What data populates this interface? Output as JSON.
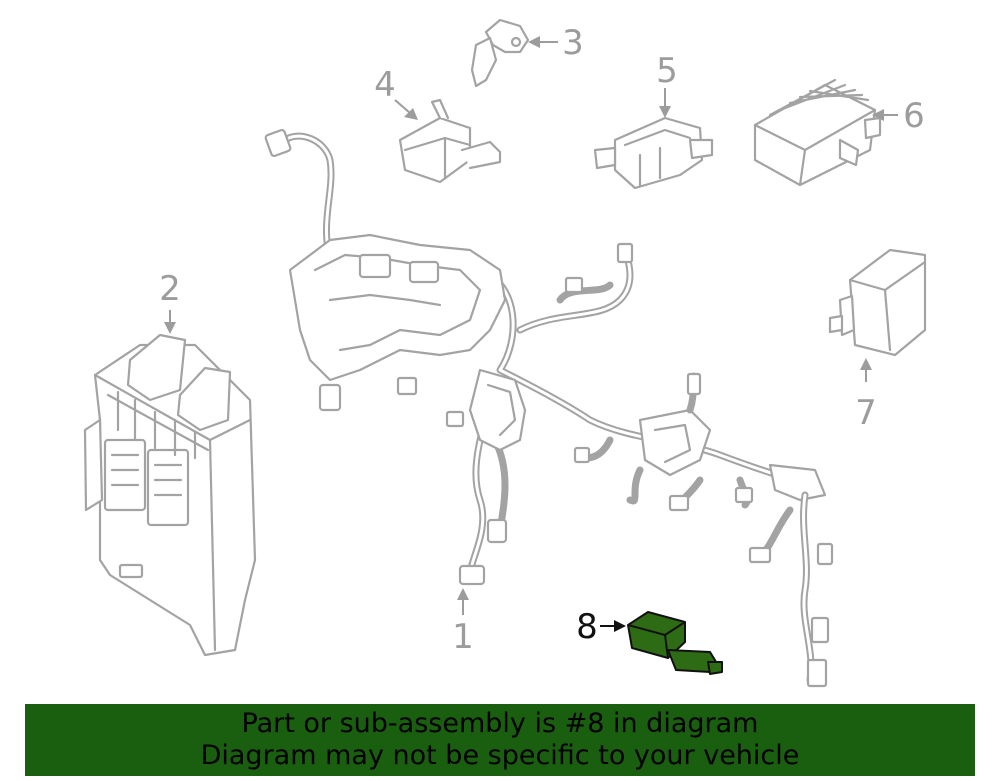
{
  "callouts": {
    "c1": "1",
    "c2": "2",
    "c3": "3",
    "c4": "4",
    "c5": "5",
    "c6": "6",
    "c7": "7",
    "c8": "8"
  },
  "highlighted_part": "8",
  "colors": {
    "line_art": "#a3a3a3",
    "highlight_fill": "#2e6b15",
    "banner_bg": "#1a5e10"
  },
  "banner": {
    "line1": "Part or sub-assembly is #8 in diagram",
    "line2": "Diagram may not be specific to your vehicle"
  }
}
